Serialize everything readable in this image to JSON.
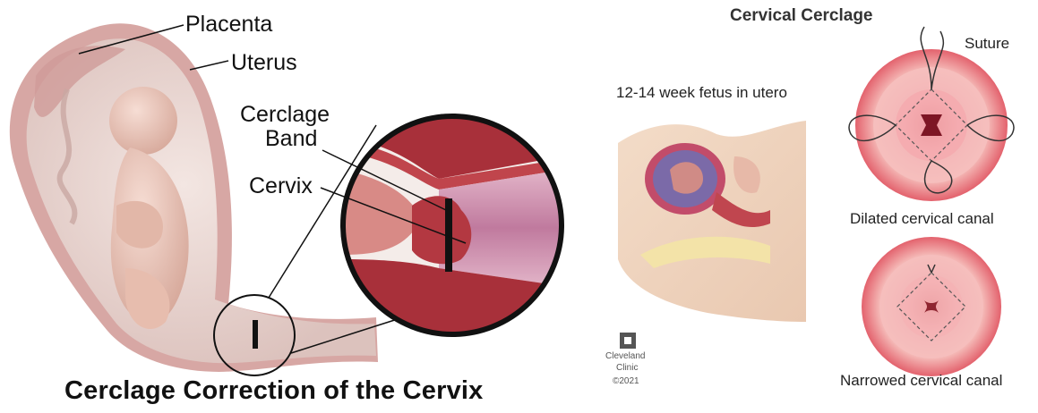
{
  "left_panel": {
    "labels": {
      "placenta": "Placenta",
      "uterus": "Uterus",
      "cerclage_line1": "Cerclage",
      "cerclage_line2": "Band",
      "cervix": "Cervix"
    },
    "caption": "Cerclage Correction of the Cervix"
  },
  "right_panel": {
    "title": "Cervical Cerclage",
    "fetus_label": "12-14 week fetus in utero",
    "suture_label": "Suture",
    "dilated_label": "Dilated cervical canal",
    "narrowed_label": "Narrowed cervical canal",
    "logo": {
      "line1": "Cleveland",
      "line2": "Clinic",
      "year": "©2021"
    }
  },
  "colors": {
    "uterus_wall": "#c98a86",
    "tissue_red": "#b5353c",
    "fetus_skin": "#e8c4b6",
    "canal_pink": "#d98fa8",
    "cervix_ring": "#e9717b"
  }
}
